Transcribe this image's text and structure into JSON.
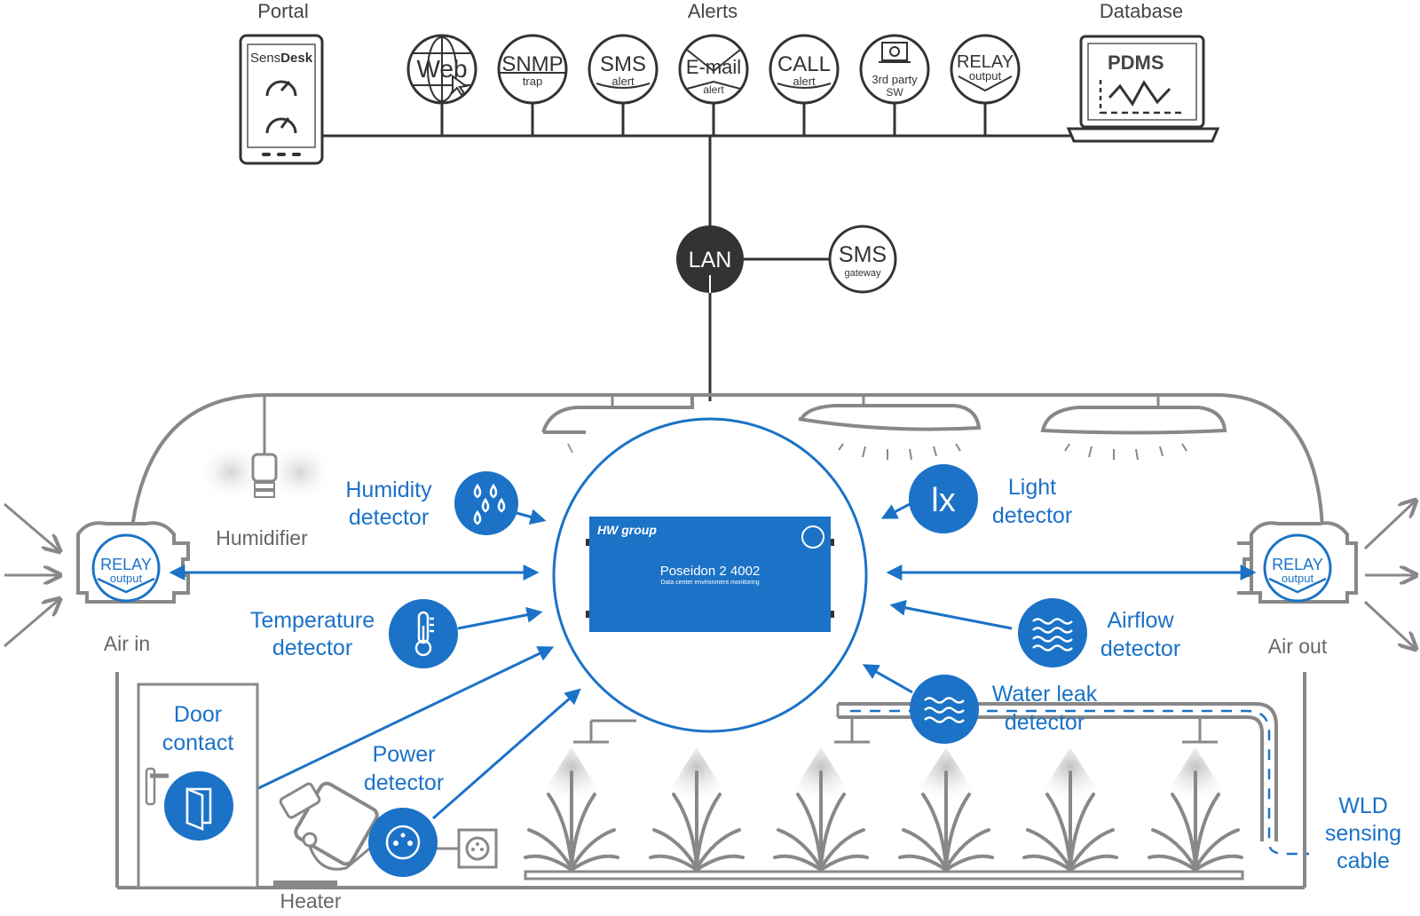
{
  "colors": {
    "accent_blue": "#1b72c7",
    "gray": "#777777",
    "dark": "#333333"
  },
  "top": {
    "portal_label": "Portal",
    "alerts_label": "Alerts",
    "database_label": "Database",
    "portal_brand_a": "Sens",
    "portal_brand_b": "Desk",
    "db_screen_label": "PDMS"
  },
  "alerts": [
    {
      "main": "Web",
      "sub": "",
      "icon": "globe-icon"
    },
    {
      "main": "SNMP",
      "sub": "trap",
      "icon": "snmp-icon"
    },
    {
      "main": "SMS",
      "sub": "alert",
      "icon": "sms-icon"
    },
    {
      "main": "E-mail",
      "sub": "alert",
      "icon": "envelope-icon"
    },
    {
      "main": "CALL",
      "sub": "alert",
      "icon": "call-icon"
    },
    {
      "main": "3rd party",
      "sub": "SW",
      "icon": "gear-icon"
    },
    {
      "main": "RELAY",
      "sub": "output",
      "icon": "relay-icon"
    }
  ],
  "network": {
    "lan_label": "LAN",
    "sms_main": "SMS",
    "sms_sub": "gateway"
  },
  "device": {
    "brand": "HW group",
    "model": "Poseidon 2 4002",
    "subtitle": "Data center environment monitoring"
  },
  "sensors": {
    "humidity_l1": "Humidity",
    "humidity_l2": "detector",
    "temperature_l1": "Temperature",
    "temperature_l2": "detector",
    "door_l1": "Door",
    "door_l2": "contact",
    "power_l1": "Power",
    "power_l2": "detector",
    "light_l1": "Light",
    "light_l2": "detector",
    "light_icon_text": "lx",
    "airflow_l1": "Airflow",
    "airflow_l2": "detector",
    "water_l1": "Water leak",
    "water_l2": "detector",
    "wld_l1": "WLD",
    "wld_l2": "sensing",
    "wld_l3": "cable"
  },
  "room": {
    "humidifier": "Humidifier",
    "heater": "Heater",
    "air_in": "Air in",
    "air_out": "Air out",
    "relay_main": "RELAY",
    "relay_sub": "output"
  }
}
